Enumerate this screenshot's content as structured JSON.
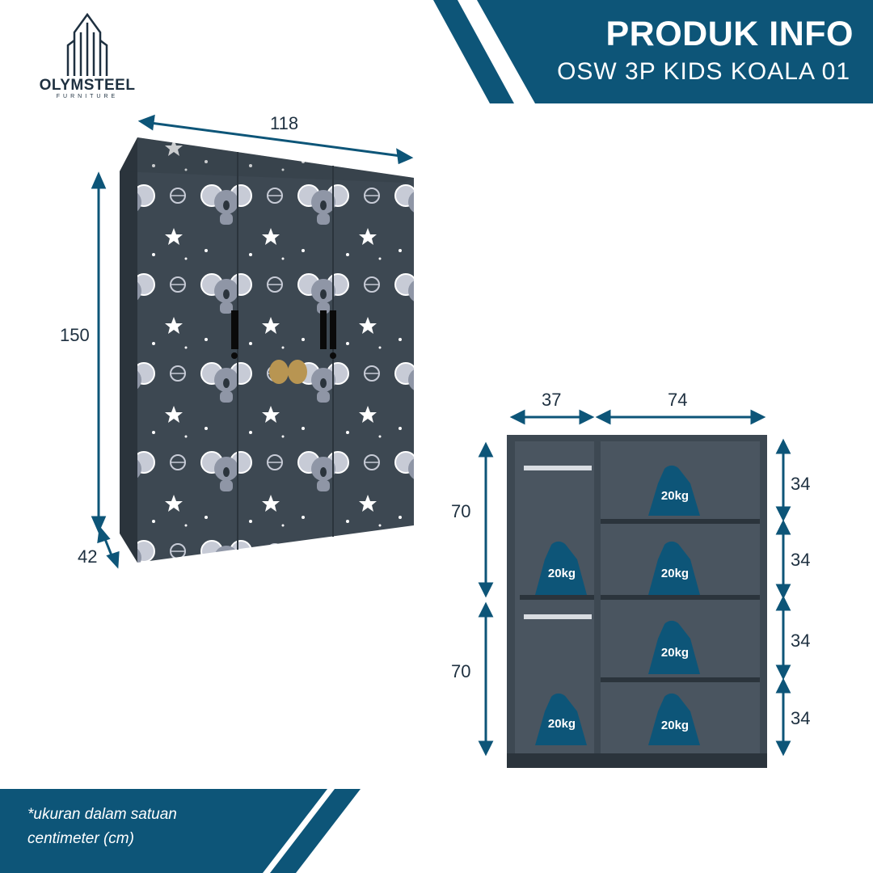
{
  "header": {
    "title": "PRODUK INFO",
    "subtitle": "OSW 3P KIDS KOALA 01"
  },
  "brand": {
    "name": "OLYMSTEEL",
    "tagline": "FURNITURE"
  },
  "wardrobe_front": {
    "width": "118",
    "height": "150",
    "depth": "42"
  },
  "wardrobe_interior": {
    "left_width": "37",
    "right_width": "74",
    "left_heights": [
      "70",
      "70"
    ],
    "shelf_heights": [
      "34",
      "34",
      "34",
      "34"
    ],
    "weights": [
      "20kg",
      "20kg",
      "20kg",
      "20kg",
      "20kg",
      "20kg"
    ]
  },
  "note": {
    "line1": "*ukuran dalam satuan",
    "line2": "centimeter (cm)"
  },
  "colors": {
    "brand_blue": "#0d5578",
    "cabinet": "#3d4852",
    "cabinet_dark": "#2b343c",
    "text_dark": "#1e3040"
  }
}
